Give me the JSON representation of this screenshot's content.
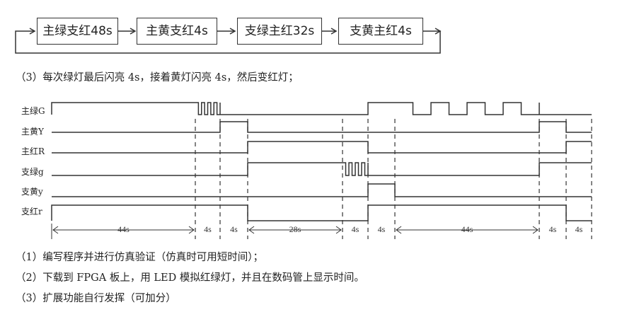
{
  "flow": {
    "states": [
      "主绿支红48s",
      "主黄支红4s",
      "支绿主红32s",
      "支黄主红4s"
    ]
  },
  "requirement_3_top": "（3）每次绿灯最后闪亮 4s，接着黄灯闪亮 4s，然后变红灯；",
  "timing": {
    "signals": [
      {
        "label": "主绿G",
        "states": [
          "H",
          "F",
          "L",
          "L",
          "L",
          "H",
          "F",
          "L",
          "L"
        ]
      },
      {
        "label": "主黄Y",
        "states": [
          "L",
          "L",
          "H",
          "L",
          "L",
          "L",
          "L",
          "H",
          "L"
        ]
      },
      {
        "label": "主红R",
        "states": [
          "L",
          "L",
          "L",
          "H",
          "H",
          "L",
          "L",
          "L",
          "H"
        ]
      },
      {
        "label": "支绿g",
        "states": [
          "L",
          "L",
          "L",
          "H",
          "F",
          "L",
          "L",
          "H",
          "H"
        ]
      },
      {
        "label": "支黄y",
        "states": [
          "L",
          "L",
          "L",
          "L",
          "L",
          "H",
          "L",
          "L",
          "L"
        ]
      },
      {
        "label": "支红r",
        "states": [
          "H",
          "H",
          "H",
          "L",
          "L",
          "H",
          "H",
          "H",
          "L"
        ]
      }
    ],
    "intervals": [
      "44s",
      "4s",
      "4s",
      "28s",
      "4s",
      "4s",
      "44s",
      "4s",
      "4s"
    ]
  },
  "tasks": [
    "（1）编写程序并进行仿真验证（仿真时可用短时间）；",
    "（2）下载到 FPGA 板上，用 LED 模拟红绿灯，并且在数码管上显示时间。",
    "（3）扩展功能自行发挥（可加分）"
  ],
  "colors": {
    "line": "#333333"
  }
}
